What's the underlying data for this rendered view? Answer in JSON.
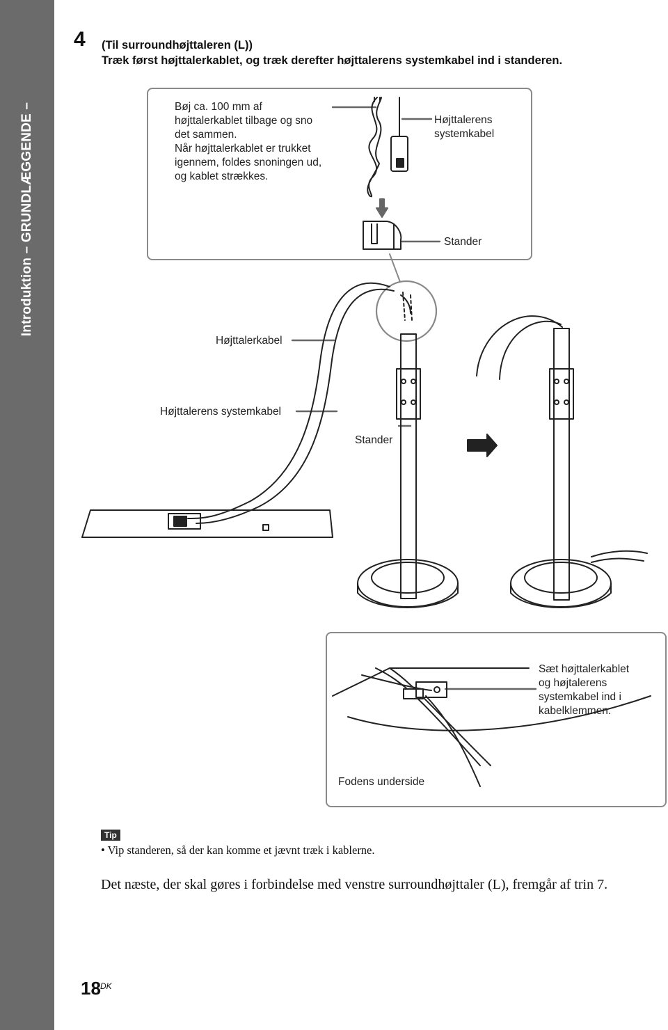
{
  "sidebar": {
    "label": "Introduktion – GRUNDLÆGGENDE –"
  },
  "step": {
    "number": "4",
    "title_line1": "(Til surroundhøjttaleren (L))",
    "title_line2": "Træk først højttalerkablet, og træk derefter højttalerens systemkabel ind i standeren."
  },
  "callouts": {
    "bend_instruction": [
      "Bøj ca. 100 mm af",
      "højttalerkablet tilbage og sno",
      "det sammen.",
      "Når højttalerkablet er trukket",
      "igennem, foldes snoningen ud,",
      "og kablet strækkes."
    ],
    "system_cable_top": [
      "Højttalerens",
      "systemkabel"
    ],
    "stand_top": "Stander",
    "speaker_cable": "Højttalerkabel",
    "system_cable": "Højttalerens systemkabel",
    "stand_mid": "Stander",
    "clamp_instruction": [
      "Sæt højttalerkablet",
      "og højtalerens",
      "systemkabel ind i",
      "kabelklemmen."
    ],
    "foot_underside": "Fodens underside"
  },
  "tip": {
    "badge": "Tip",
    "text": "• Vip standeren, så der kan komme et jævnt træk i kablerne."
  },
  "next_step": "Det næste, der skal gøres i forbindelse med venstre surroundhøjttaler (L), fremgår af trin 7.",
  "page": {
    "number": "18",
    "suffix": "DK"
  },
  "colors": {
    "sidebar": "#6b6b6b",
    "box_border": "#8a8a8a",
    "line": "#222222"
  },
  "icons": [
    "arrow-right-icon",
    "arrow-down-icon"
  ]
}
